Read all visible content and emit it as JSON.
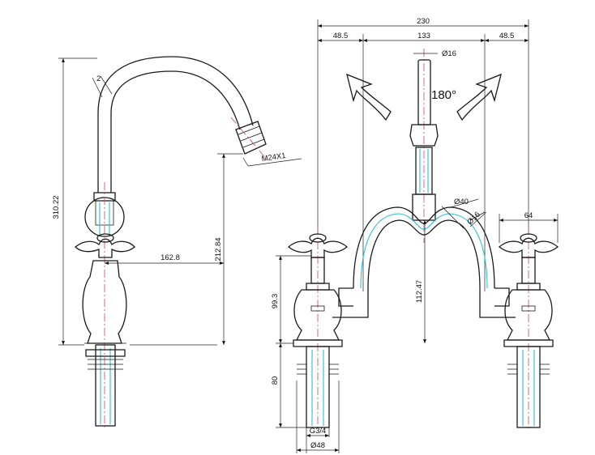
{
  "dimensions": {
    "overall_width": "230",
    "left_offset": "48.5",
    "center_span": "133",
    "right_offset": "48.5",
    "spout_diameter": "Ø16",
    "rotation": "180°",
    "bridge_tube_dia": "Ø40",
    "bridge_pipe_dia": "Ø16",
    "handle_width": "64",
    "total_height": "310.22",
    "spout_height": "212.84",
    "spout_reach": "162.8",
    "aerator_thread": "M24X1",
    "angle_mark": "2",
    "bridge_height": "112.47",
    "valve_height": "99.3",
    "shank_length": "80",
    "inlet_thread": "G3/4",
    "shank_diameter": "Ø48"
  }
}
